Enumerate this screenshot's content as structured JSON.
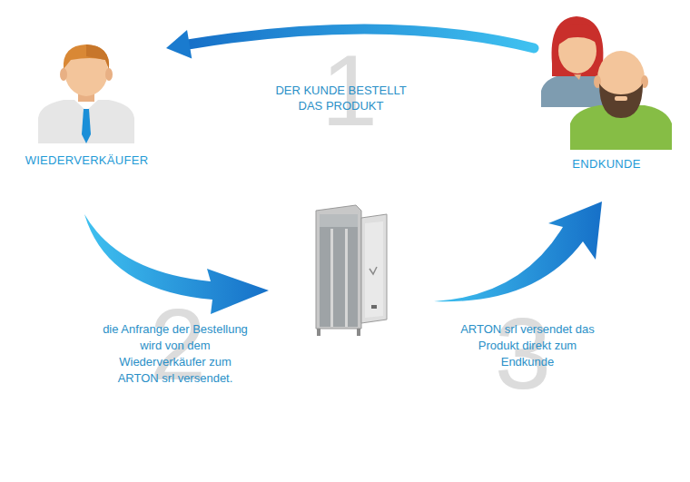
{
  "diagram": {
    "nodes": [
      {
        "text": [
          "WIEDERVERKÄUFER"
        ]
      },
      {
        "text": [
          "ENDKUNDE"
        ]
      }
    ],
    "edges": [
      {
        "from": 1,
        "to": 0,
        "arrow": "to",
        "label": "DER KUNDE BESTELLT DAS PRODUKT"
      }
    ],
    "labels": [
      "1",
      "2",
      "3",
      "die Anfrange der Bestellung wird von dem Wiederverkäufer zum ARTON srl versendet.",
      "ARTON srl versendet das Produkt direkt zum Endkunde"
    ]
  }
}
